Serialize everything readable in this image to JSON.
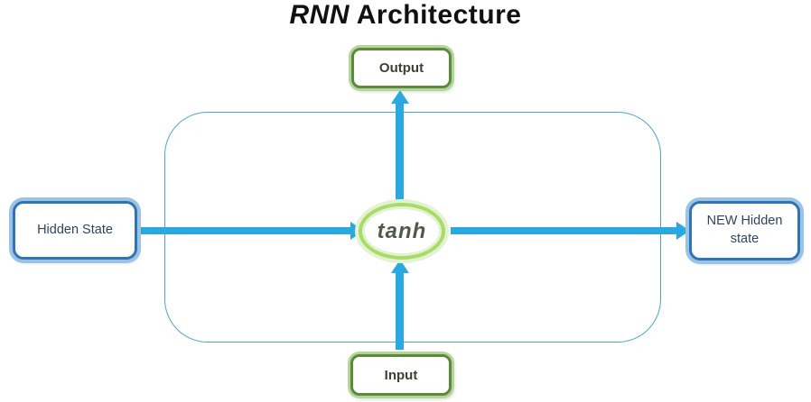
{
  "title": {
    "emphasis": "RNN",
    "rest": " Architecture"
  },
  "nodes": {
    "output": {
      "label": "Output"
    },
    "hidden_state": {
      "label": "Hidden State"
    },
    "activation": {
      "label": "tanh"
    },
    "new_hidden_state": {
      "label": "NEW Hidden state"
    },
    "input": {
      "label": "Input"
    }
  },
  "colors": {
    "arrow": "#29A9E0",
    "container-border": "#4BA6CC",
    "green-border": "#5A8A3A",
    "green-glow": "#B5D49C",
    "green-text": "#394233",
    "blue-border": "#2E75B6",
    "blue-glow": "#9CC3E5",
    "blue-text": "#2F4460",
    "ellipse-border": "#A8DB67",
    "ellipse-glow": "#E3F3D1",
    "tanh-text": "#4F5A49",
    "title-text": "#111111"
  }
}
